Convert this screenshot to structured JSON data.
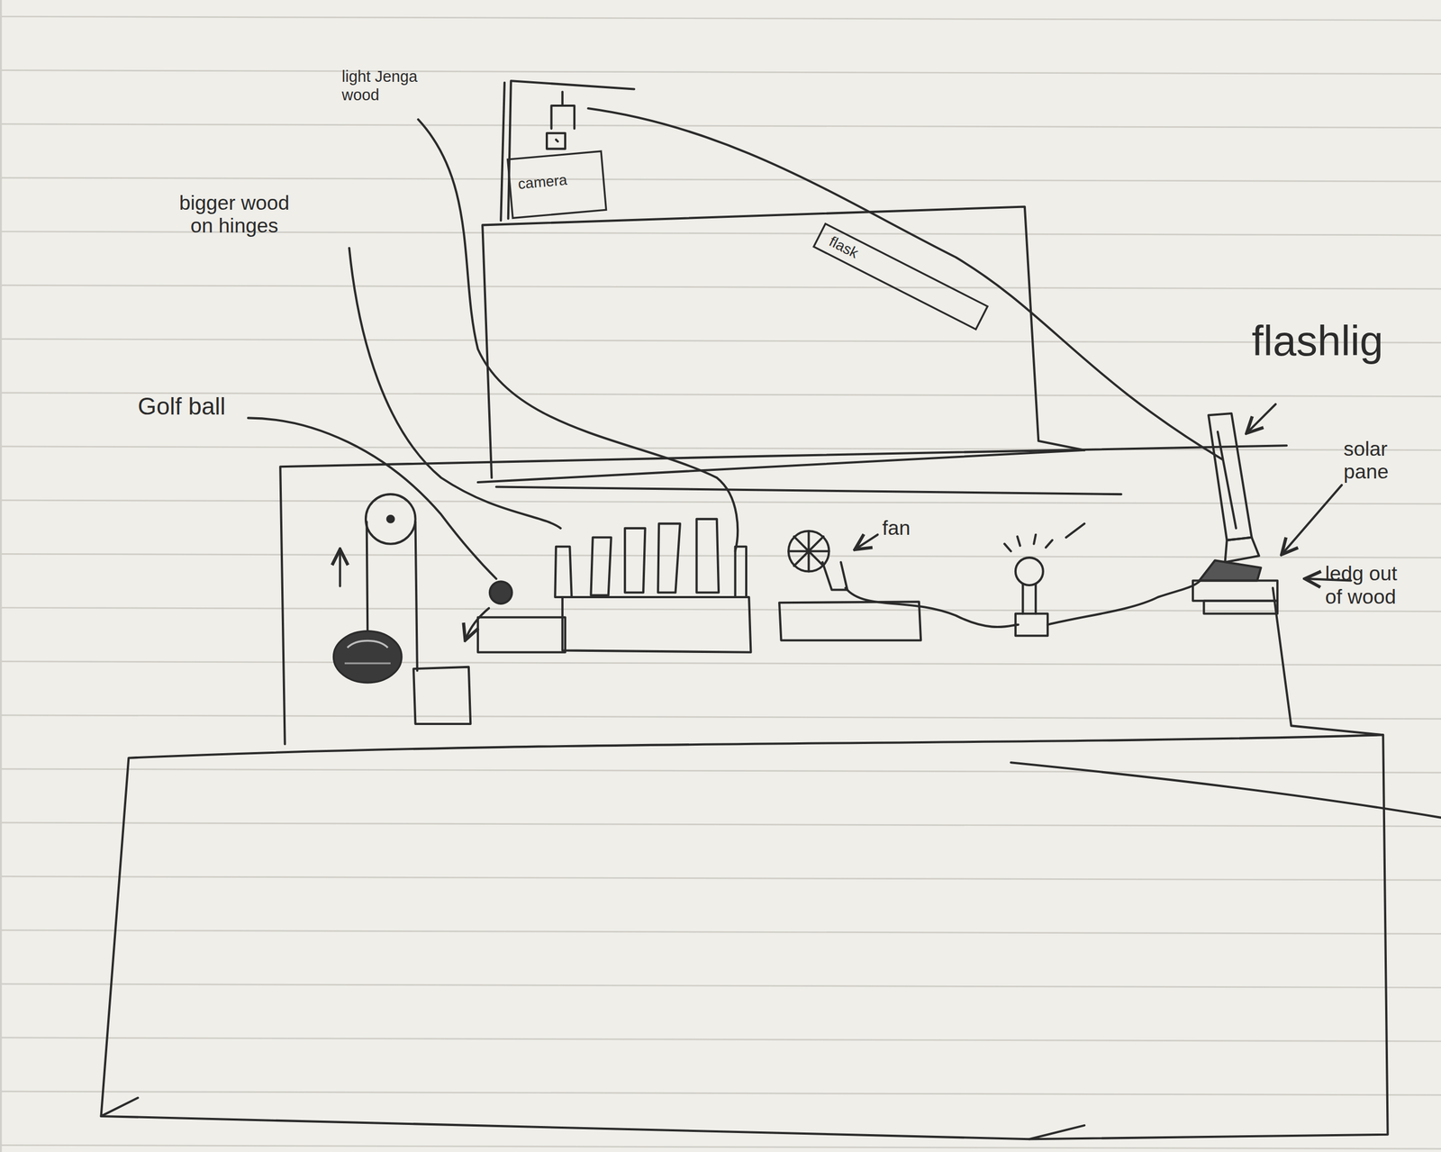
{
  "diagram": {
    "nodes": [
      {
        "text": [
          "camera"
        ]
      },
      {
        "text": [
          "flask"
        ]
      }
    ],
    "labels": [
      "light Jenga wood",
      "bigger wood on hinges",
      "Golf ball",
      "fan",
      "flashlig",
      "solar pane",
      "ledg out of wood"
    ]
  }
}
